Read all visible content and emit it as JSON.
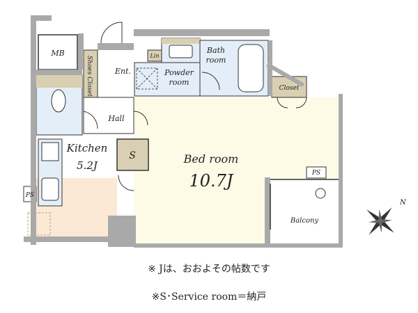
{
  "rooms": {
    "mb": "MB",
    "shoes_closet": "Shoes Closet",
    "ent": "Ent.",
    "lin": "Lin",
    "powder_room": [
      "Powder",
      "room"
    ],
    "bath_room": [
      "Bath",
      "room"
    ],
    "closet": "Closet",
    "hall": "Hall",
    "kitchen": "Kitchen",
    "kitchen_size": "5.2J",
    "service_room": "S",
    "bed_room": "Bed room",
    "bed_room_size": "10.7J",
    "ps_left": "PS",
    "ps_right": "PS",
    "balcony": "Balcony"
  },
  "compass": {
    "north_label": "N"
  },
  "notes": [
    "※ Jは、おおよその帖数です",
    "※S･Service room＝納戸"
  ],
  "colors": {
    "wall": "#a9a9a9",
    "wet": "#e4eef8",
    "storage": "#d9cfb2",
    "bedroom": "#fdfbe6",
    "kitchen": "#fbe9d6"
  }
}
